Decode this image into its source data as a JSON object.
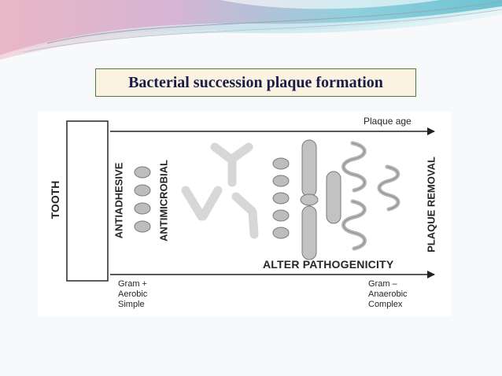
{
  "slide": {
    "title": "Bacterial succession plaque formation"
  },
  "diagram": {
    "tooth_label": "TOOTH",
    "antiadhesive_label": "ANTIADHESIVE",
    "antimicrobial_label": "ANTIMICROBIAL",
    "plaque_age_label": "Plaque age",
    "plaque_removal_label": "PLAQUE REMOVAL",
    "alter_pathogenicity_label": "ALTER PATHOGENICITY",
    "left_axis_label": "Gram +\nAerobic\nSimple",
    "right_axis_label": "Gram –\nAnaerobic\nComplex"
  },
  "colors": {
    "accent_teal": "#7fc9d6",
    "accent_pink": "#d9a6b8",
    "bacteria_fill": "#bdbdbd",
    "bacteria_dark": "#8a8a8a",
    "title_border": "#4f7b3b",
    "title_fill": "#fbf3e1",
    "title_text": "#1b1b4a"
  }
}
